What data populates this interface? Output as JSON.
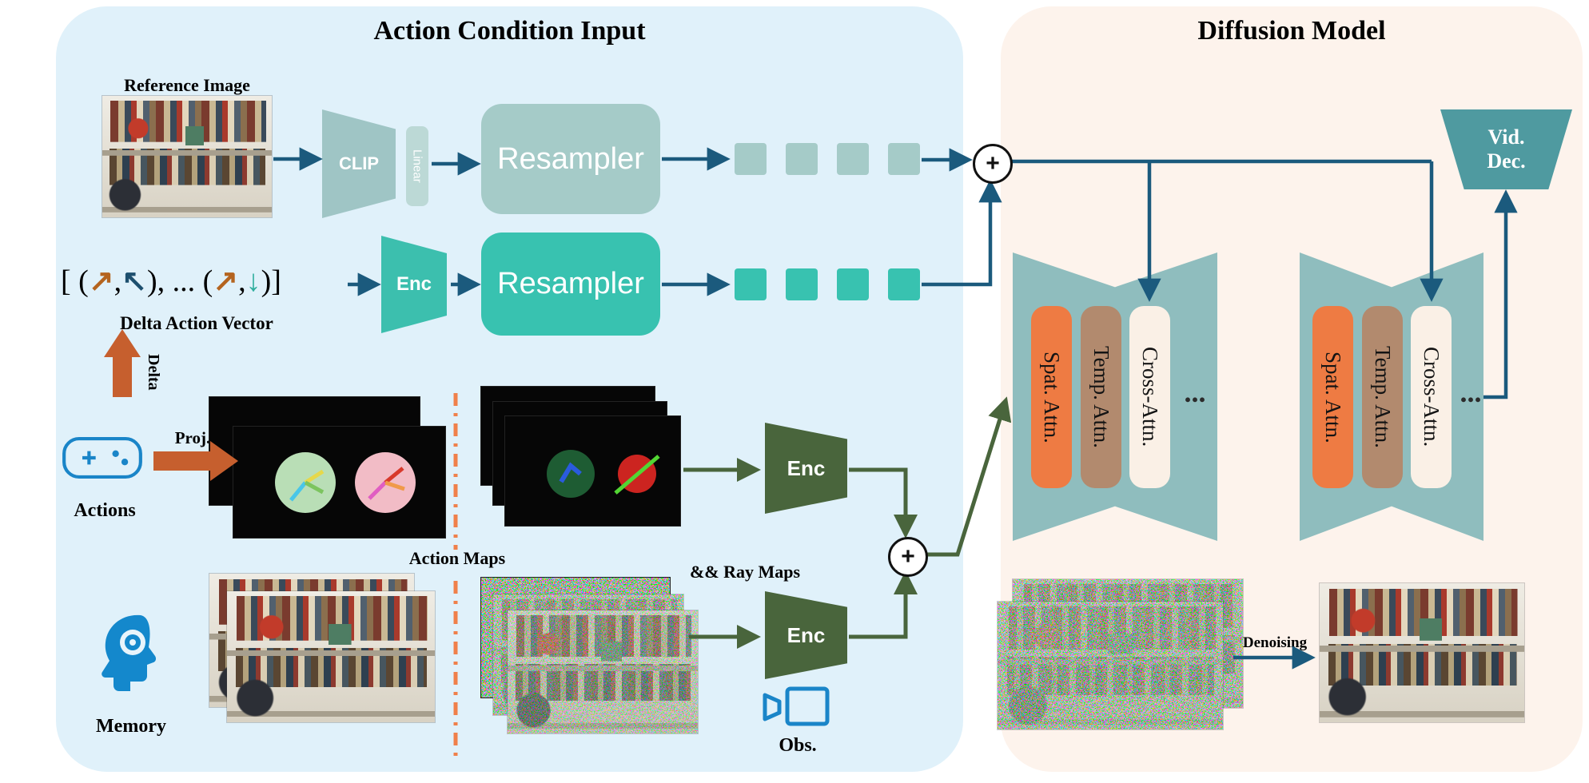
{
  "colors": {
    "panelBlue": "#e0f1fa",
    "panelCream": "#fdf3ec",
    "tealMuted": "#a5cbc8",
    "clipTeal": "#9fc5c5",
    "teal": "#38c2b0",
    "darkGreen": "#49653c",
    "bowtie": "#8fbdbe",
    "spat": "#ee7b43",
    "temp": "#b28a6e",
    "cross": "#faf0e6",
    "vidDec": "#4f9aa0",
    "arrowBlue": "#1b5a7d",
    "arrowGreen": "#49653c",
    "orange": "#c65f2e",
    "sepOrange": "#f0804a",
    "iconBlue": "#1488cc"
  },
  "left_panel": {
    "title": "Action Condition Input",
    "reference_image_label": "Reference Image",
    "clip_label": "CLIP",
    "linear_label": "Linear",
    "resampler_image_label": "Resampler",
    "resampler_action_label": "Resampler",
    "enc_action_vector_label": "Enc",
    "delta_action_vector_label": "Delta Action Vector",
    "delta_vector": {
      "open": "[ (",
      "arrow1": "↗",
      "comma1": ",",
      "arrow2": "↖",
      "middle": "), ... (",
      "arrow3": "↗",
      "comma2": ",",
      "arrow4": "↓",
      "close": ")]"
    },
    "delta_arrow_label": "Delta",
    "proj_arrow_label": "Proj.",
    "actions_label": "Actions",
    "action_maps_label": "Action Maps",
    "ray_maps_label": "&& Ray Maps",
    "enc_action_maps_label": "Enc",
    "enc_observations_label": "Enc",
    "memory_label": "Memory",
    "obs_label": "Obs.",
    "sum_symbol": "+"
  },
  "right_panel": {
    "title": "Diffusion Model",
    "vid_dec_line1": "Vid.",
    "vid_dec_line2": "Dec.",
    "denoising_label": "Denoising",
    "sum_symbol": "+",
    "blocks": [
      {
        "spat": "Spat. Attn.",
        "temp": "Temp. Attn.",
        "cross": "Cross-Attn.",
        "ellipsis": "..."
      },
      {
        "spat": "Spat. Attn.",
        "temp": "Temp. Attn.",
        "cross": "Cross-Attn.",
        "ellipsis": "..."
      }
    ]
  }
}
